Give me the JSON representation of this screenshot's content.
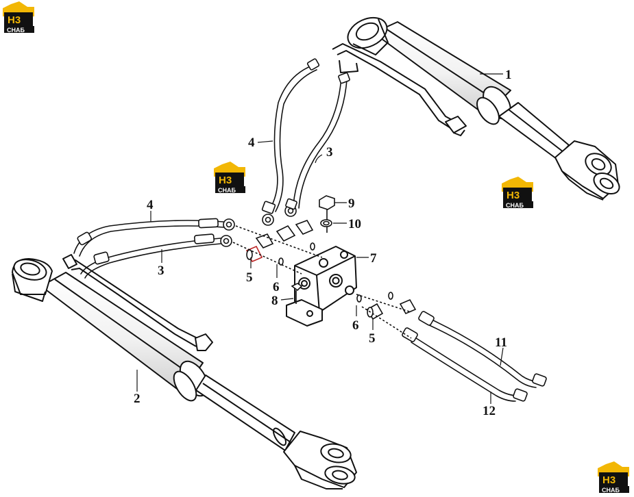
{
  "logo": {
    "mark": "H3",
    "caption": "СНАБ",
    "colors": {
      "roof": "#f2b705",
      "box": "#111111",
      "text": "#ffffff"
    }
  },
  "callouts": {
    "c1": "1",
    "c2": "2",
    "c3a": "3",
    "c3b": "3",
    "c4a": "4",
    "c4b": "4",
    "c5a": "5",
    "c5b": "5",
    "c6a": "6",
    "c6b": "6",
    "c7": "7",
    "c8": "8",
    "c9": "9",
    "c10": "10",
    "c11": "11",
    "c12": "12"
  }
}
